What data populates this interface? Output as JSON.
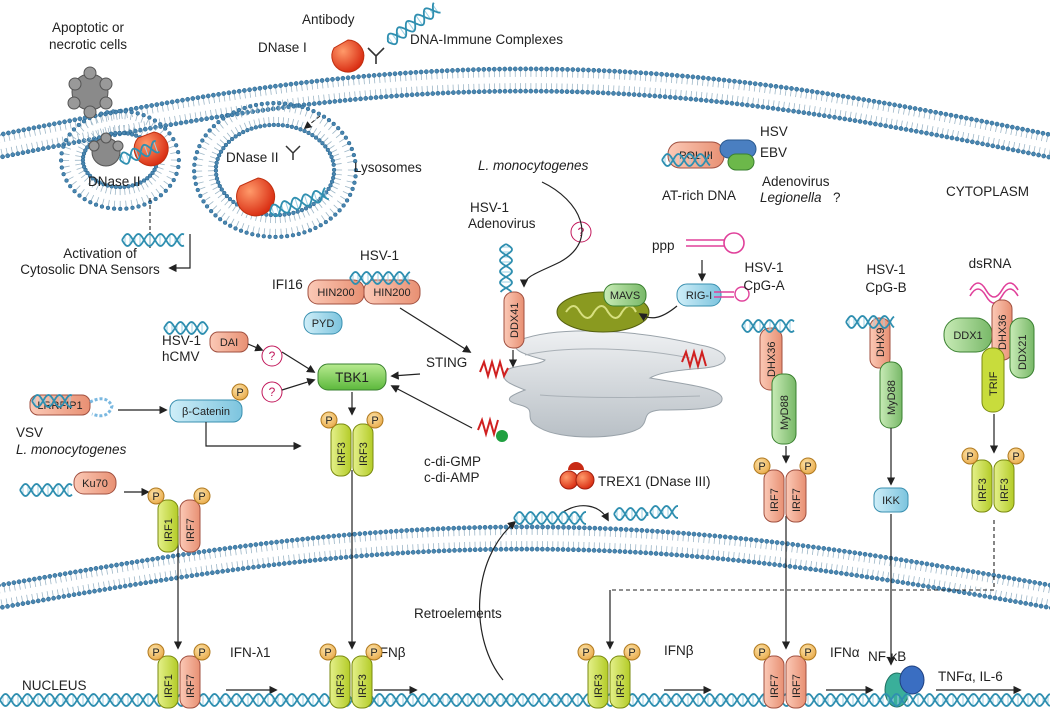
{
  "labels": {
    "apoptotic": [
      "Apoptotic or",
      "necrotic cells"
    ],
    "antibody": "Antibody",
    "dnase1": "DNase I",
    "dna_immune_complexes": "DNA-Immune Complexes",
    "dnase2_endosome": "DNase II",
    "dnase2_lysosome": "DNase II",
    "lysosomes": "Lysosomes",
    "activation": [
      "Activation of",
      "Cytosolic DNA Sensors"
    ],
    "l_mono_top": "L. monocytogenes",
    "hsv1_adeno": [
      "HSV-1",
      "Adenovirus"
    ],
    "ddx41": "DDX41",
    "pol3": "POL III",
    "pol3_viruses": [
      "HSV",
      "EBV",
      "Adenovirus"
    ],
    "legionella": "Legionella",
    "legionella_q": "?",
    "at_rich": "AT-rich DNA",
    "cytoplasm": "CYTOPLASM",
    "ppp": "ppp",
    "rig_i": "RIG-I",
    "mavs": "MAVS",
    "ifi16": "IFI16",
    "hsv1_ifi16": "HSV-1",
    "hin200_a": "HIN200",
    "hin200_b": "HIN200",
    "pyd": "PYD",
    "dai": "DAI",
    "dai_viruses": [
      "HSV-1",
      "hCMV"
    ],
    "tbk1": "TBK1",
    "sting": "STING",
    "lrrfip1": "LRRFIP1",
    "beta_catenin": "β-Catenin",
    "vsv": "VSV",
    "l_mono_left": "L. monocytogenes",
    "irf3": "IRF3",
    "irf1": "IRF1",
    "irf7": "IRF7",
    "ku70": "Ku70",
    "cdi_gmp": "c-di-GMP",
    "cdi_amp": "c-di-AMP",
    "trex1": "TREX1 (DNase III)",
    "retroelements": "Retroelements",
    "hsv1_cpga": [
      "HSV-1",
      "CpG-A"
    ],
    "dhx36": "DHX36",
    "myd88": "MyD88",
    "hsv1_cpgb": [
      "HSV-1",
      "CpG-B"
    ],
    "dhx9": "DHX9",
    "ikk": "IKK",
    "dsrna": "dsRNA",
    "ddx1": "DDX1",
    "ddx21": "DDX21",
    "trif": "TRIF",
    "p": "P",
    "q": "?",
    "nucleus": "NUCLEUS",
    "ifn_l1": "IFN-λ1",
    "ifnb_1": "IFNβ",
    "ifnb_2": "IFNβ",
    "ifna": "IFNα",
    "nfkb": "NF-κB",
    "tnfa": "TNFα, IL-6"
  },
  "colors": {
    "membrane": "#1f5f8b",
    "dna": "#2f8fb0",
    "irf_green": "#c8dc3c",
    "irf_salmon": "#f0a890",
    "p_orange": "#f4c070",
    "tbk1": "#8fd16a",
    "beta_catenin": "#9ad4e8",
    "er": "#c9cfd4",
    "sting_red": "#d02020",
    "dnase_red": "#e23a1a",
    "myd88": "#9ecf8c",
    "ikk": "#8fd0e8",
    "mavs": "#7cc870"
  }
}
